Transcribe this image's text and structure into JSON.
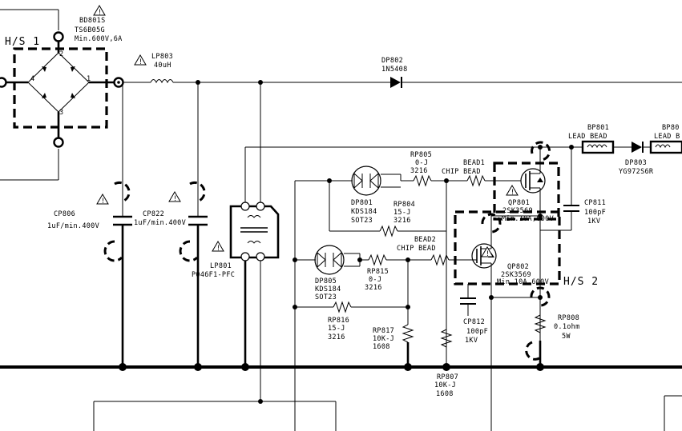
{
  "labels": {
    "bd801_ref": "BD801S",
    "bd801_part": "TS6B05G",
    "bd801_rating": "Min.600V,6A",
    "hs1": "H/S 1",
    "hs2": "H/S 2",
    "lp803_ref": "LP803",
    "lp803_val": "40uH",
    "dp802_ref": "DP802",
    "dp802_part": "1N5408",
    "bp801_ref": "BP801",
    "bp801_val": "LEAD BEAD",
    "bp80x_ref": "BP80",
    "bp80x_val": "LEAD B",
    "dp803_ref": "DP803",
    "dp803_part": "YG972S6R",
    "cp806_ref": "CP806",
    "cp806_val": "1uF/min.400V",
    "cp822_ref": "CP822",
    "cp822_val": "1uF/min.400V",
    "lp801_ref": "LP801",
    "lp801_part": "PO46F1-PFC",
    "rp805_ref": "RP805",
    "rp805_val": "0-J",
    "rp805_pkg": "3216",
    "bead1_ref": "BEAD1",
    "bead1_val": "CHIP BEAD",
    "dp801_ref": "DP801",
    "dp801_part": "KDS184",
    "dp801_pkg": "SOT23",
    "rp804_ref": "RP804",
    "rp804_val": "15-J",
    "rp804_pkg": "3216",
    "qp801_ref": "QP801",
    "qp801_part": "2SK3569",
    "qp801_rating": "Min.10A,600V",
    "cp811_ref": "CP811",
    "cp811_val": "100pF",
    "cp811_rating": "1KV",
    "bead2_ref": "BEAD2",
    "bead2_val": "CHIP BEAD",
    "dp805_ref": "DP805",
    "dp805_part": "KDS184",
    "dp805_pkg": "SOT23",
    "rp815_ref": "RP815",
    "rp815_val": "0-J",
    "rp815_pkg": "3216",
    "qp802_ref": "QP802",
    "qp802_part": "2SK3569",
    "qp802_rating": "Min.10A,600V",
    "rp816_ref": "RP816",
    "rp816_val": "15-J",
    "rp816_pkg": "3216",
    "rp817_ref": "RP817",
    "rp817_val": "10K-J",
    "rp817_pkg": "1608",
    "cp812_ref": "CP812",
    "cp812_val": "100pF",
    "cp812_rating": "1KV",
    "rp808_ref": "RP808",
    "rp808_val": "0.1ohm",
    "rp808_rating": "5W",
    "rp807_ref": "RP807",
    "rp807_val": "10K-J",
    "rp807_pkg": "1608",
    "pin1": "1",
    "pin2": "2",
    "pin3": "3",
    "pin4": "4",
    "warn_mark": "!"
  }
}
